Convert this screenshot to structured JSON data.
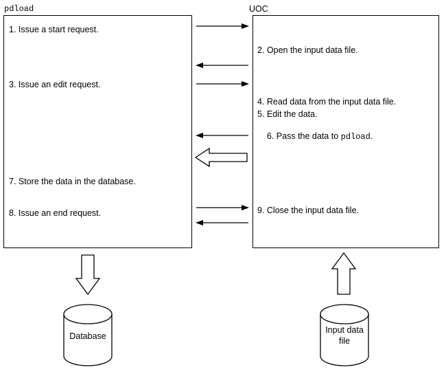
{
  "diagram": {
    "title_left": "pdload",
    "title_right": "UOC",
    "left_steps": [
      "1. Issue a start request.",
      "3. Issue an edit request.",
      "7. Store the data in the database.",
      "8. Issue an end request."
    ],
    "right_steps": [
      "2. Open the input data file.",
      "4. Read data from the input data file.",
      "5. Edit the data.",
      "9. Close the input data file."
    ],
    "right_step_6_prefix": "6. Pass the data to ",
    "right_step_6_code": "pdload",
    "right_step_6_suffix": ".",
    "database_label": "Database",
    "input_file_label": "Input data\nfile",
    "arrows": [
      {
        "name": "arrow-start-request",
        "direction": "right"
      },
      {
        "name": "arrow-open-file-response",
        "direction": "left"
      },
      {
        "name": "arrow-edit-request",
        "direction": "right"
      },
      {
        "name": "arrow-data-returned",
        "direction": "left"
      },
      {
        "name": "arrow-data-passed-block",
        "direction": "left"
      },
      {
        "name": "arrow-end-request",
        "direction": "right"
      },
      {
        "name": "arrow-close-file-response",
        "direction": "left"
      },
      {
        "name": "arrow-to-database",
        "direction": "down"
      },
      {
        "name": "arrow-from-input-file",
        "direction": "up"
      }
    ],
    "colors": {
      "stroke": "#000000",
      "fill": "#ffffff"
    }
  }
}
